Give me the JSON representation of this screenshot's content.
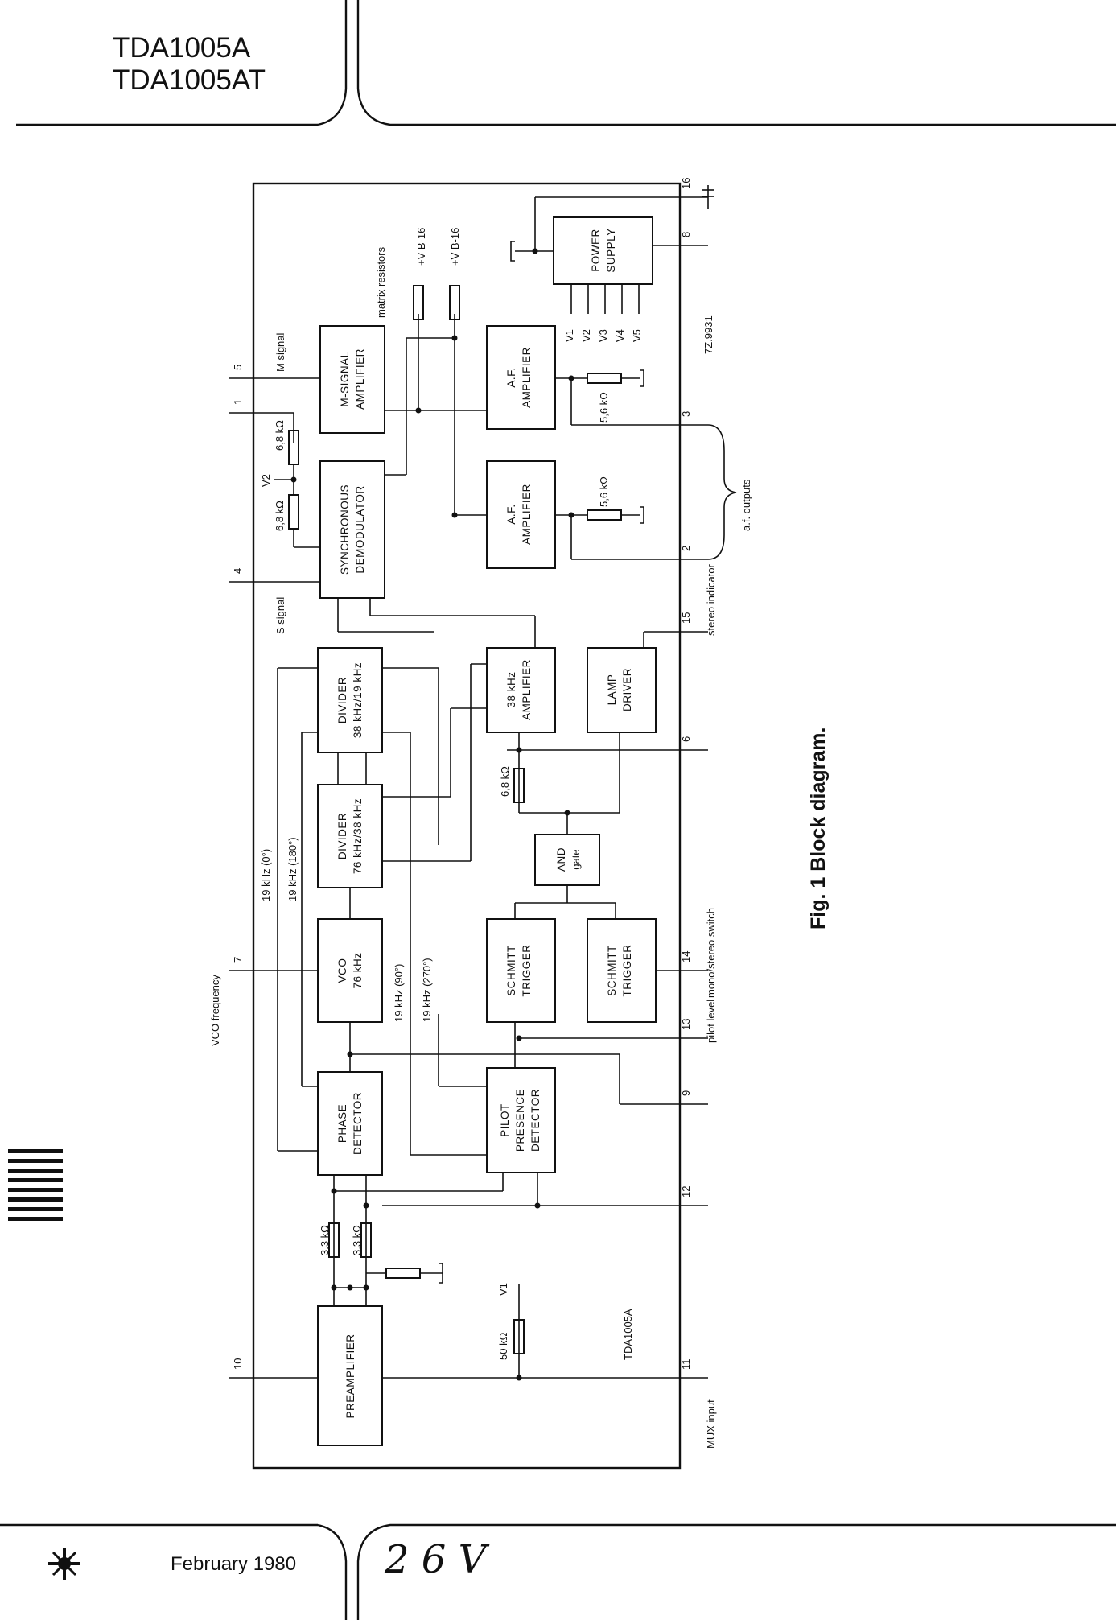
{
  "header": {
    "line1": "TDA1005A",
    "line2": "TDA1005AT"
  },
  "footer": {
    "date": "February 1980",
    "handwriting": "2 6 V"
  },
  "figure": {
    "caption": "Fig. 1  Block diagram.",
    "chip_label": "TDA1005A",
    "drawing_code": "7Z.9931"
  },
  "blocks": {
    "preamplifier": "PREAMPLIFIER",
    "phase_detector": [
      "PHASE",
      "DETECTOR"
    ],
    "vco": [
      "VCO",
      "76 kHz"
    ],
    "divider_76": [
      "DIVIDER",
      "76 kHz/38 kHz"
    ],
    "divider_38": [
      "DIVIDER",
      "38 kHz/19 kHz"
    ],
    "sync_demod": [
      "SYNCHRONOUS",
      "DEMODULATOR"
    ],
    "m_signal_amp": [
      "M-SIGNAL",
      "AMPLIFIER"
    ],
    "pilot_detector": [
      "PILOT",
      "PRESENCE",
      "DETECTOR"
    ],
    "schmitt_1": [
      "SCHMITT",
      "TRIGGER"
    ],
    "schmitt_2": [
      "SCHMITT",
      "TRIGGER"
    ],
    "and_gate": [
      "AND",
      "gate"
    ],
    "amp_38k": [
      "38 kHz",
      "AMPLIFIER"
    ],
    "lamp_driver": [
      "LAMP",
      "DRIVER"
    ],
    "af_amp_1": [
      "A.F.",
      "AMPLIFIER"
    ],
    "af_amp_2": [
      "A.F.",
      "AMPLIFIER"
    ],
    "power_supply": [
      "POWER",
      "SUPPLY"
    ]
  },
  "pins": {
    "p10": "10",
    "p7": "7",
    "p4": "4",
    "p1": "1",
    "p5": "5",
    "p11": "11",
    "p12": "12",
    "p9": "9",
    "p13": "13",
    "p14": "14",
    "p6": "6",
    "p15": "15",
    "p2": "2",
    "p3": "3",
    "p8": "8",
    "p16": "16"
  },
  "labels": {
    "vco_frequency": "VCO frequency",
    "s_signal": "S signal",
    "m_signal": "M signal",
    "v2": "V2",
    "mux_input": "MUX input",
    "pilot_level": "pilot level",
    "mono_stereo": "mono/stereo switch",
    "stereo_indicator": "stereo indicator",
    "af_outputs": "a.f. outputs",
    "matrix_resistors": "matrix resistors",
    "vb16_a": "+V B-16",
    "vb16_b": "+V B-16",
    "v1_top": "V1",
    "k19_0": "19 kHz (0°)",
    "k19_180": "19 kHz (180°)",
    "k19_90": "19 kHz (90°)",
    "k19_270": "19 kHz (270°)",
    "supply_rails": [
      "V1",
      "V2",
      "V3",
      "V4",
      "V5"
    ]
  },
  "resistors": {
    "r33a": "3,3 kΩ",
    "r33b": "3,3 kΩ",
    "r50": "50 kΩ",
    "r68_and": "6,8 kΩ",
    "r68_a": "6,8 kΩ",
    "r68_b": "6,8 kΩ",
    "r56_a": "5,6 kΩ",
    "r56_b": "5,6 kΩ"
  }
}
